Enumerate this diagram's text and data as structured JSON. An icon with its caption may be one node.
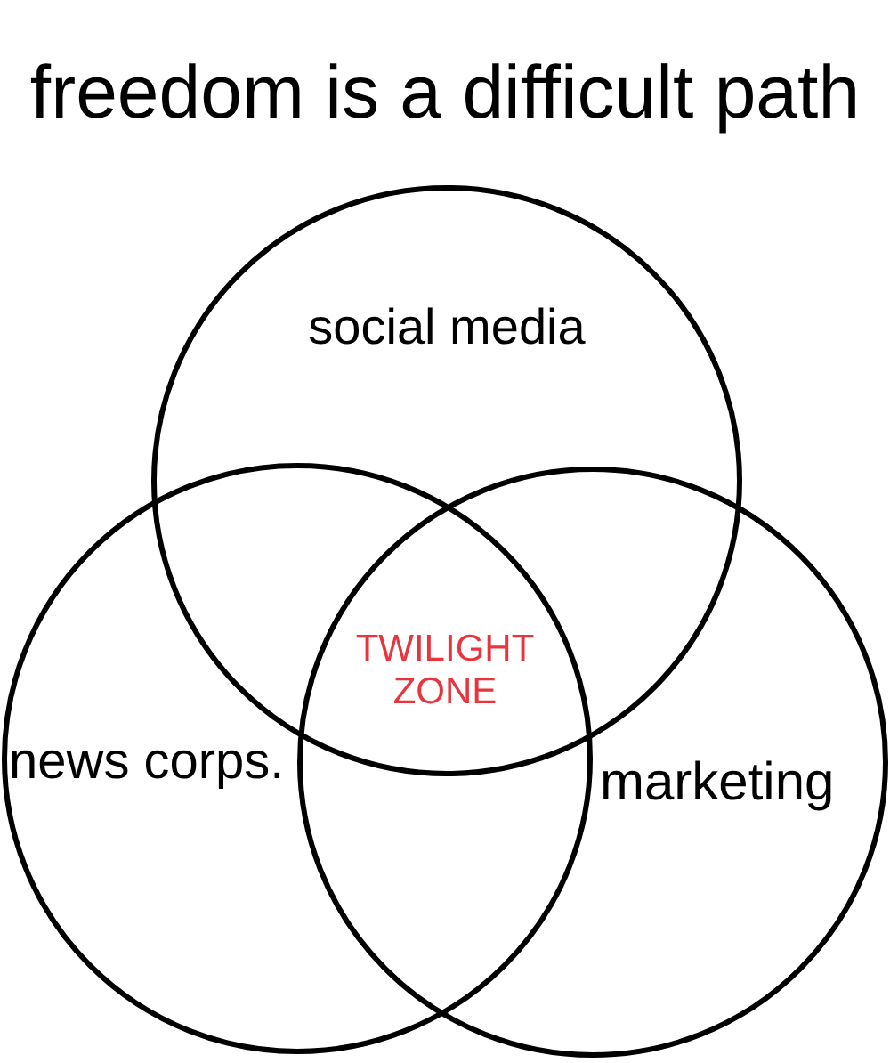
{
  "diagram": {
    "title": "freedom is a difficult path",
    "nodes": [
      {
        "text": [
          "social media"
        ]
      },
      {
        "text": [
          "news corps."
        ]
      },
      {
        "text": [
          "marketing"
        ]
      }
    ],
    "labels": [
      "TWILIGHT ZONE"
    ]
  }
}
